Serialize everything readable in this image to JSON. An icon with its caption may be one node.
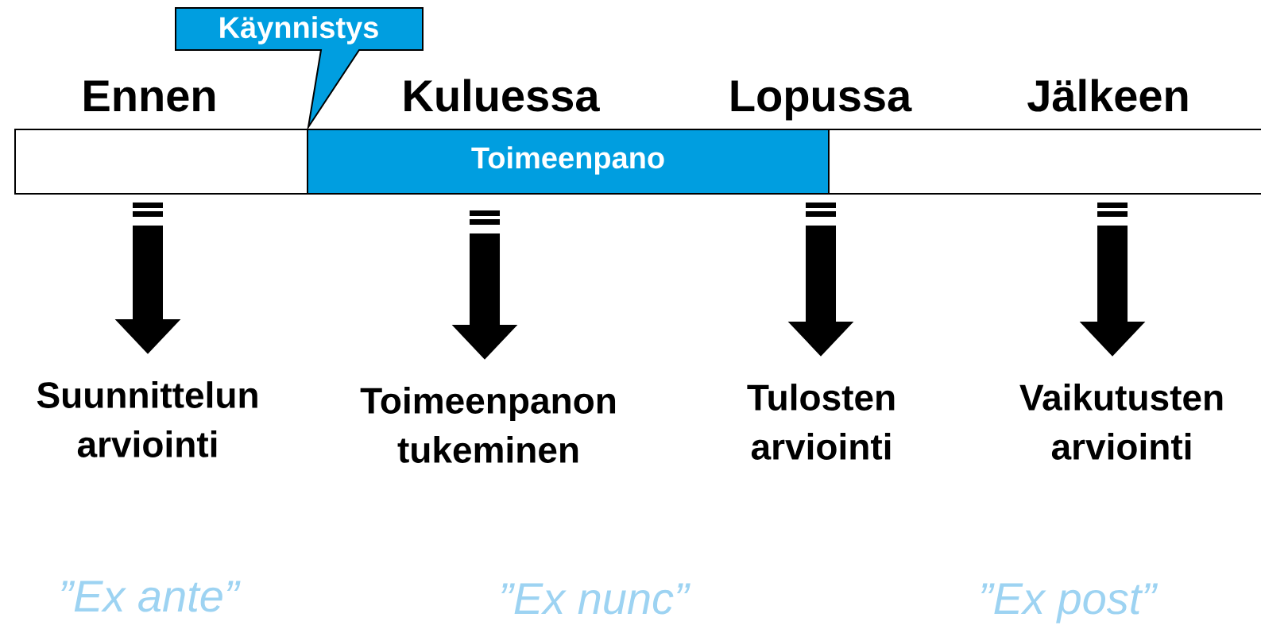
{
  "diagram": {
    "nodes": [
      {
        "text": [],
        "shape": "bar"
      },
      {
        "text": [
          "Toimeenpano"
        ],
        "in": 0
      },
      {
        "text": [
          "Käynnistys"
        ]
      },
      {
        "text": [
          "Suunnittelun arviointi"
        ]
      },
      {
        "text": [
          "Toimeenpanon tukeminen"
        ]
      },
      {
        "text": [
          "Tulosten arviointi"
        ]
      },
      {
        "text": [
          "Vaikutusten arviointi"
        ]
      }
    ],
    "edges": [
      {
        "from": 0,
        "to": 3,
        "arrow": "to"
      },
      {
        "from": 1,
        "to": 4,
        "arrow": "to"
      },
      {
        "from": 1,
        "to": 5,
        "arrow": "to"
      },
      {
        "from": 0,
        "to": 6,
        "arrow": "to"
      }
    ],
    "labels": [
      "Ennen",
      "Kuluessa",
      "Lopussa",
      "Jälkeen",
      "”Ex ante”",
      "”Ex nunc”",
      "”Ex post”"
    ]
  }
}
